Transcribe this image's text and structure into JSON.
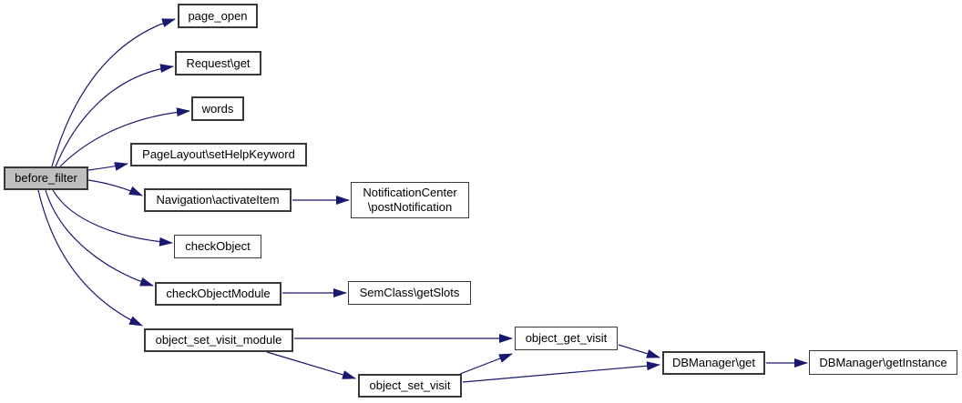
{
  "diagram": {
    "type": "call-graph",
    "colors": {
      "background": "#ffffff",
      "edge": "#191970",
      "node_border": "#383838",
      "node_fill": "#ffffff",
      "highlight_fill": "#bfbfbf",
      "text": "#000000"
    }
  },
  "nodes": [
    {
      "id": "before_filter",
      "label": "before_filter",
      "highlighted": true
    },
    {
      "id": "page_open",
      "label": "page_open"
    },
    {
      "id": "request_get",
      "label": "Request\\get"
    },
    {
      "id": "words",
      "label": "words"
    },
    {
      "id": "pagelayout_sethelpkeyword",
      "label": "PageLayout\\setHelpKeyword"
    },
    {
      "id": "navigation_activateitem",
      "label": "Navigation\\activateItem"
    },
    {
      "id": "notificationcenter_postnotification",
      "label": "NotificationCenter\n\\postNotification"
    },
    {
      "id": "checkobject",
      "label": "checkObject"
    },
    {
      "id": "checkobjectmodule",
      "label": "checkObjectModule"
    },
    {
      "id": "semclass_getslots",
      "label": "SemClass\\getSlots"
    },
    {
      "id": "object_set_visit_module",
      "label": "object_set_visit_module"
    },
    {
      "id": "object_set_visit",
      "label": "object_set_visit"
    },
    {
      "id": "object_get_visit",
      "label": "object_get_visit"
    },
    {
      "id": "dbmanager_get",
      "label": "DBManager\\get"
    },
    {
      "id": "dbmanager_getinstance",
      "label": "DBManager\\getInstance"
    }
  ],
  "edges": [
    {
      "from": "before_filter",
      "to": "page_open"
    },
    {
      "from": "before_filter",
      "to": "request_get"
    },
    {
      "from": "before_filter",
      "to": "words"
    },
    {
      "from": "before_filter",
      "to": "pagelayout_sethelpkeyword"
    },
    {
      "from": "before_filter",
      "to": "navigation_activateitem"
    },
    {
      "from": "before_filter",
      "to": "checkobject"
    },
    {
      "from": "before_filter",
      "to": "checkobjectmodule"
    },
    {
      "from": "before_filter",
      "to": "object_set_visit_module"
    },
    {
      "from": "navigation_activateitem",
      "to": "notificationcenter_postnotification"
    },
    {
      "from": "checkobjectmodule",
      "to": "semclass_getslots"
    },
    {
      "from": "object_set_visit_module",
      "to": "object_get_visit"
    },
    {
      "from": "object_set_visit_module",
      "to": "object_set_visit"
    },
    {
      "from": "object_set_visit",
      "to": "object_get_visit"
    },
    {
      "from": "object_set_visit",
      "to": "dbmanager_get"
    },
    {
      "from": "object_get_visit",
      "to": "dbmanager_get"
    },
    {
      "from": "dbmanager_get",
      "to": "dbmanager_getinstance"
    }
  ]
}
